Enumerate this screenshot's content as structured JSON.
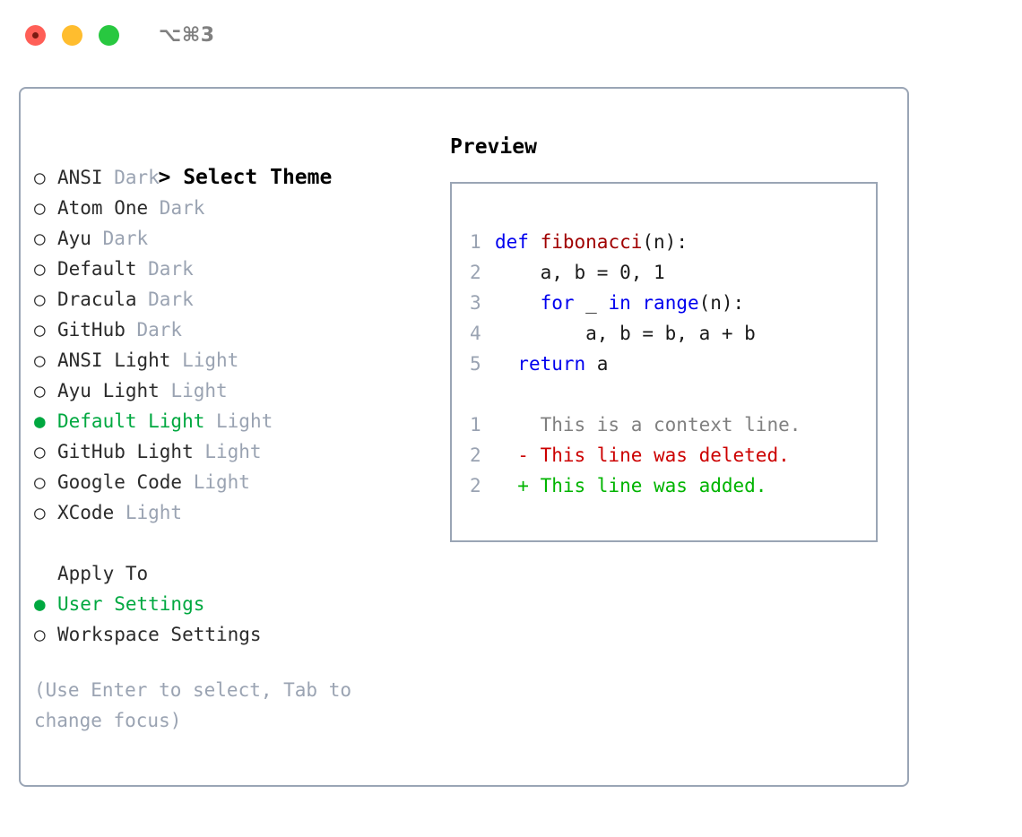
{
  "titlebar": {
    "lights": [
      "close",
      "minimize",
      "maximize"
    ],
    "shortcut": "⌥⌘3"
  },
  "left": {
    "header_prefix": "> ",
    "header": "Select Theme",
    "bullet_empty": "○",
    "bullet_filled": "●",
    "themes": [
      {
        "name": "ANSI",
        "kind": "Dark",
        "selected": false
      },
      {
        "name": "Atom One",
        "kind": "Dark",
        "selected": false
      },
      {
        "name": "Ayu",
        "kind": "Dark",
        "selected": false
      },
      {
        "name": "Default",
        "kind": "Dark",
        "selected": false
      },
      {
        "name": "Dracula",
        "kind": "Dark",
        "selected": false
      },
      {
        "name": "GitHub",
        "kind": "Dark",
        "selected": false
      },
      {
        "name": "ANSI Light",
        "kind": "Light",
        "selected": false
      },
      {
        "name": "Ayu Light",
        "kind": "Light",
        "selected": false
      },
      {
        "name": "Default Light",
        "kind": "Light",
        "selected": true
      },
      {
        "name": "GitHub Light",
        "kind": "Light",
        "selected": false
      },
      {
        "name": "Google Code",
        "kind": "Light",
        "selected": false
      },
      {
        "name": "XCode",
        "kind": "Light",
        "selected": false
      }
    ],
    "apply_to_label": "Apply To",
    "apply_to_options": [
      {
        "name": "User Settings",
        "selected": true
      },
      {
        "name": "Workspace Settings",
        "selected": false
      }
    ],
    "hint": "(Use Enter to select, Tab to change focus)"
  },
  "right": {
    "preview_title": "Preview",
    "code_lines": [
      {
        "no": "1",
        "indent": "",
        "tokens": [
          {
            "t": "def",
            "c": "kw"
          },
          {
            "t": " ",
            "c": "pl"
          },
          {
            "t": "fibonacci",
            "c": "fn"
          },
          {
            "t": "(n):",
            "c": "pl"
          }
        ]
      },
      {
        "no": "2",
        "indent": "    ",
        "tokens": [
          {
            "t": "a, b = 0, 1",
            "c": "pl"
          }
        ]
      },
      {
        "no": "3",
        "indent": "    ",
        "tokens": [
          {
            "t": "for",
            "c": "kw"
          },
          {
            "t": " _ ",
            "c": "pl"
          },
          {
            "t": "in",
            "c": "kw"
          },
          {
            "t": " ",
            "c": "pl"
          },
          {
            "t": "range",
            "c": "kw"
          },
          {
            "t": "(n):",
            "c": "pl"
          }
        ]
      },
      {
        "no": "4",
        "indent": "        ",
        "tokens": [
          {
            "t": "a, b = b, a + b",
            "c": "pl"
          }
        ]
      },
      {
        "no": "5",
        "indent": "  ",
        "tokens": [
          {
            "t": "return",
            "c": "kw"
          },
          {
            "t": " a",
            "c": "pl"
          }
        ]
      }
    ],
    "diff_lines": [
      {
        "no": "1",
        "marker": "  ",
        "text": "This is a context line.",
        "kind": "ctx"
      },
      {
        "no": "2",
        "marker": "- ",
        "text": "This line was deleted.",
        "kind": "del"
      },
      {
        "no": "2",
        "marker": "+ ",
        "text": "This line was added.",
        "kind": "add"
      }
    ]
  },
  "colors": {
    "accent_green": "#00a840",
    "muted": "#9aa3b2",
    "keyword_blue": "#0000ee",
    "function_red": "#a00000",
    "diff_delete": "#cc0000",
    "diff_add": "#00b400",
    "border": "#9aa5b5"
  }
}
